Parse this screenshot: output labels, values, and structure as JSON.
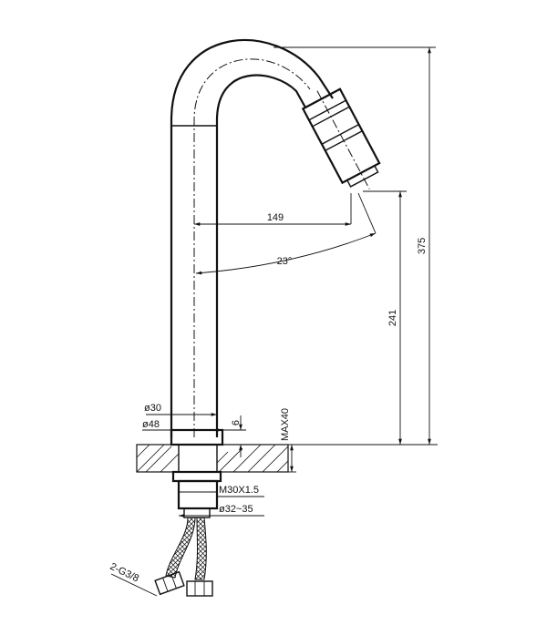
{
  "dimensions": {
    "reach": "149",
    "angle": "23°",
    "spout_height": "241",
    "total_height": "375",
    "max_counter_thickness": "MAX40",
    "collar_height": "6",
    "body_diameter": "ø30",
    "base_diameter": "ø48",
    "thread": "M30X1.5",
    "hole_diameter": "ø32~35",
    "hose_connection": "2-G3/8"
  }
}
